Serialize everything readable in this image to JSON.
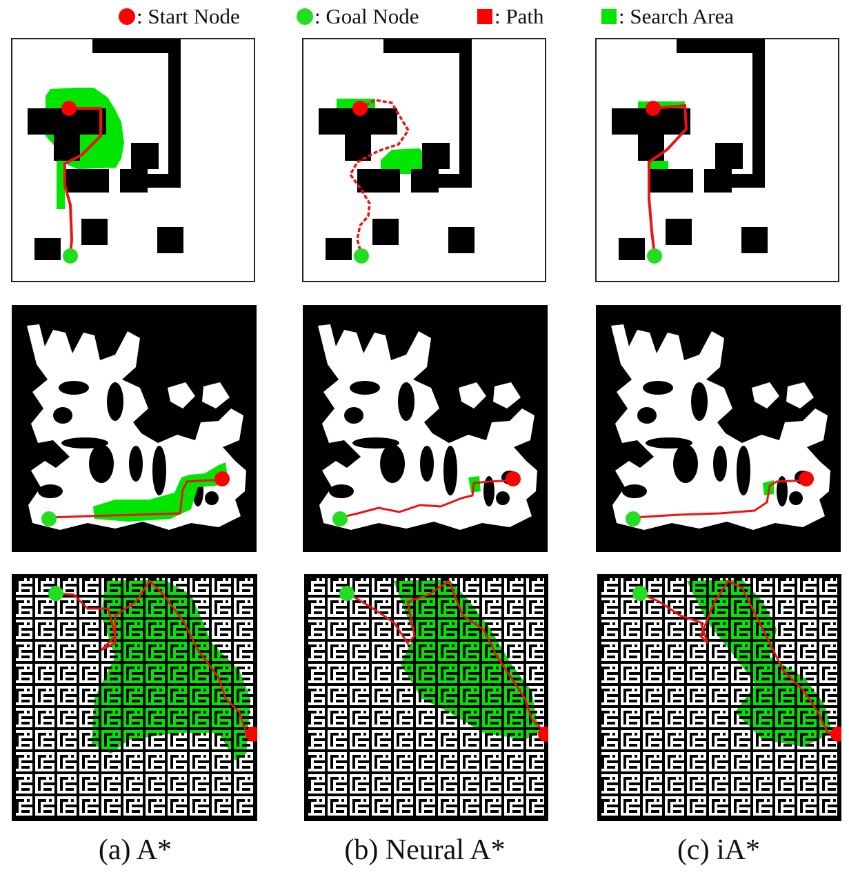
{
  "legend": {
    "start": {
      "label": ": Start Node",
      "color": "#ff0000"
    },
    "goal": {
      "label": ": Goal Node",
      "color": "#00e600"
    },
    "path": {
      "label": ": Path",
      "color": "#ff0000"
    },
    "search": {
      "label": ": Search Area",
      "color": "#00e600"
    }
  },
  "columns": [
    {
      "caption": "(a) A*"
    },
    {
      "caption": "(b) Neural A*"
    },
    {
      "caption": "(c) iA*"
    }
  ],
  "rows": [
    {
      "map": "rectangle obstacles"
    },
    {
      "map": "irregular obstacles"
    },
    {
      "map": "maze"
    }
  ],
  "colors": {
    "start": "#ff0000",
    "goal": "#22dd22",
    "path": "#ee1111",
    "search": "#00e600",
    "obstacle": "#000000",
    "free": "#ffffff"
  }
}
